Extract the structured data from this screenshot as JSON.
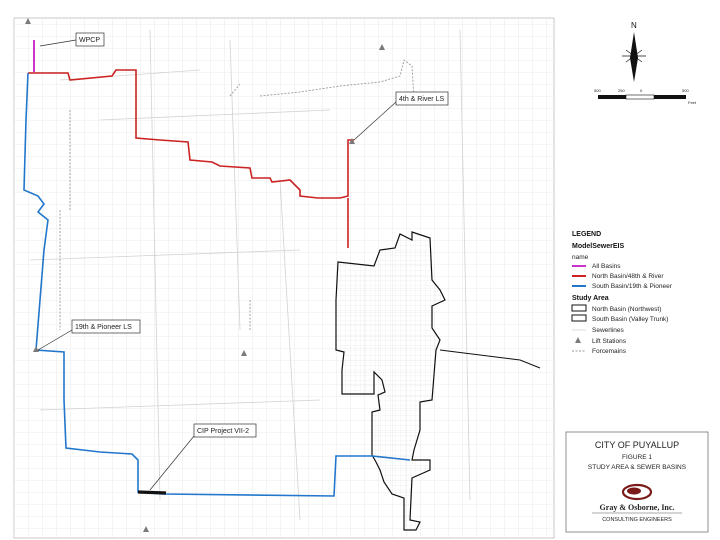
{
  "callouts": {
    "wpcp": "WPCP",
    "river_ls": "4th & River LS",
    "pioneer_ls": "19th & Pioneer LS",
    "cip_project": "CIP Project VII-2"
  },
  "north_arrow": {
    "label": "N"
  },
  "scale_bar": {
    "ticks": [
      "500",
      "250",
      "0",
      "500"
    ],
    "unit": "Feet"
  },
  "legend": {
    "heading": "LEGEND",
    "layer_name": "ModelSewerEIS",
    "field_name": "name",
    "items": [
      {
        "label": "All Basins",
        "color": "#cc33cc"
      },
      {
        "label": "North Basin/48th & River",
        "color": "#cc2222"
      },
      {
        "label": "South Basin/19th & Pioneer",
        "color": "#2277cc"
      }
    ],
    "study_area_heading": "Study Area",
    "study_area_items": [
      {
        "label": "North Basin (Northwest)"
      },
      {
        "label": "South Basin (Valley Trunk)"
      }
    ],
    "sewerlines_label": "Sewerlines",
    "lift_stations_label": "Lift Stations",
    "forcemains_label": "Forcemains"
  },
  "title_block": {
    "city": "CITY OF PUYALLUP",
    "figure": "FIGURE 1",
    "subtitle": "STUDY AREA & SEWER BASINS",
    "company": "Gray & Osborne, Inc.",
    "tagline": "CONSULTING ENGINEERS"
  },
  "colors": {
    "all_basins": "#cc33cc",
    "north_basin": "#cc2222",
    "south_basin": "#2277cc",
    "cip_project": "#111111",
    "street_grid": "#d8d8d8",
    "forcemain": "#999999"
  }
}
